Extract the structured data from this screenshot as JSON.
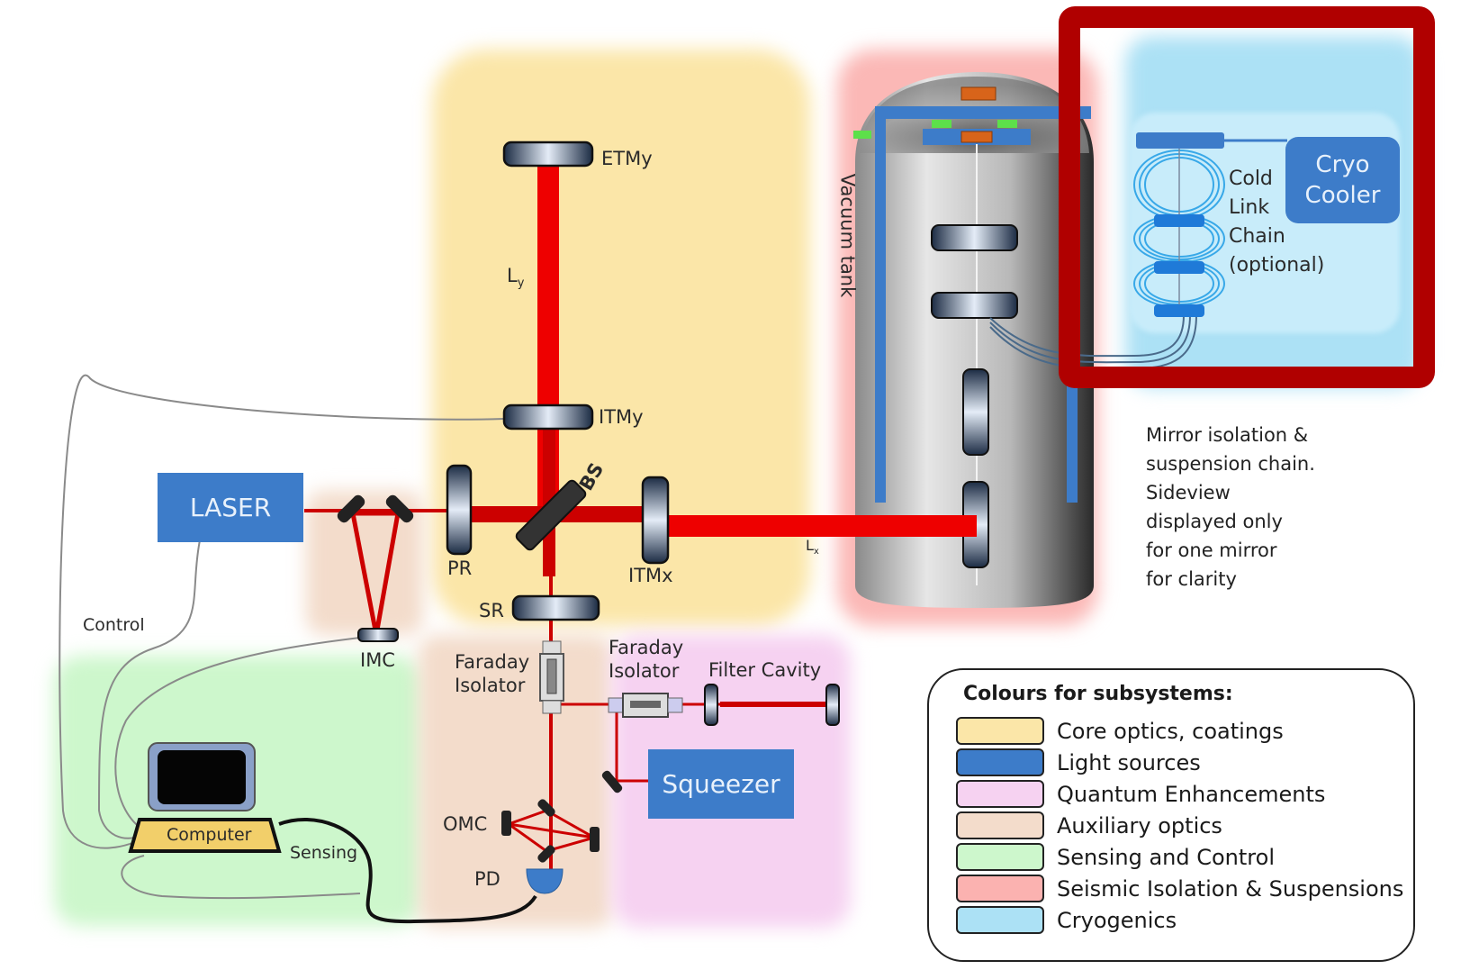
{
  "colors": {
    "core_optics": "#fbe6a8",
    "light_sources": "#3d7cc9",
    "quantum": "#f6d2f1",
    "auxiliary": "#f3dccb",
    "sensing": "#cdf7cc",
    "seismic": "#fbb2b0",
    "cryogenics": "#ace1f5",
    "beam": "#e00000",
    "highlight": "#b00000"
  },
  "labels": {
    "etmy": "ETMy",
    "ly": "L",
    "ly_sub": "y",
    "itmy": "ITMy",
    "bs": "BS",
    "pr": "PR",
    "itmx": "ITMx",
    "lx": "L",
    "lx_sub": "x",
    "sr": "SR",
    "imc": "IMC",
    "laser": "LASER",
    "control": "Control",
    "sensing": "Sensing",
    "computer": "Computer",
    "faraday1_line1": "Faraday",
    "faraday1_line2": "Isolator",
    "faraday2_line1": "Faraday",
    "faraday2_line2": "Isolator",
    "filter_cavity": "Filter Cavity",
    "squeezer": "Squeezer",
    "omc": "OMC",
    "pd": "PD",
    "vacuum_tank": "Vacuum tank",
    "cold_link_chain": [
      "Cold",
      "Link",
      "Chain",
      "(optional)"
    ],
    "cryo_cooler": [
      "Cryo",
      "Cooler"
    ]
  },
  "note": [
    "Mirror isolation &",
    "suspension chain.",
    "Sideview",
    "displayed only",
    "for one mirror",
    "for clarity"
  ],
  "legend": {
    "title": "Colours for subsystems:",
    "items": [
      {
        "label": "Core optics, coatings",
        "color": "#fbe6a8"
      },
      {
        "label": "Light sources",
        "color": "#3d7cc9"
      },
      {
        "label": "Quantum Enhancements",
        "color": "#f6d2f1"
      },
      {
        "label": "Auxiliary optics",
        "color": "#f3dccb"
      },
      {
        "label": "Sensing and Control",
        "color": "#cdf7cc"
      },
      {
        "label": "Seismic Isolation & Suspensions",
        "color": "#fbb2b0"
      },
      {
        "label": "Cryogenics",
        "color": "#ace1f5"
      }
    ]
  }
}
